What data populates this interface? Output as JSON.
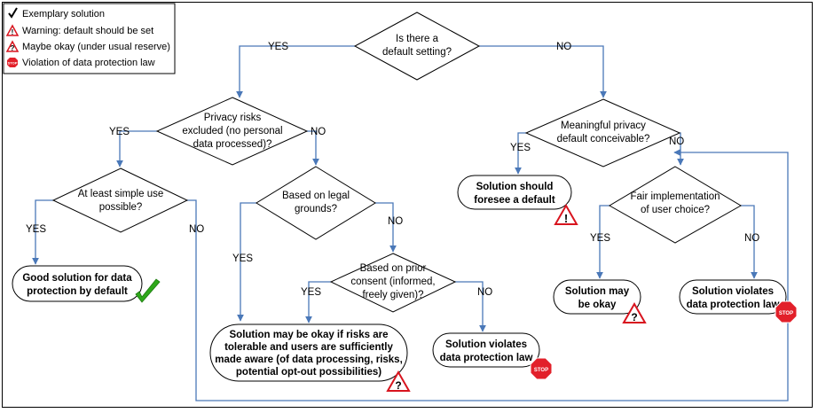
{
  "legend": {
    "check": "Exemplary solution",
    "warning": "Warning: default should be set",
    "maybe": "Maybe okay (under usual reserve)",
    "stop": "Violation of data protection law"
  },
  "nodes": {
    "q_default": [
      "Is there a",
      "default setting?"
    ],
    "q_privacy_risks": [
      "Privacy risks",
      "excluded (no personal",
      "data processed)?"
    ],
    "q_meaningful": [
      "Meaningful privacy",
      "default conceivable?"
    ],
    "q_simple_use": [
      "At least simple use",
      "possible?"
    ],
    "q_legal": [
      "Based on legal",
      "grounds?"
    ],
    "q_fair": [
      "Fair implementation",
      "of user choice?"
    ],
    "q_consent": [
      "Based on prior",
      "consent (informed,",
      "freely given)?"
    ],
    "t_good": [
      "Good solution for data",
      "protection by default"
    ],
    "t_foresee": [
      "Solution should",
      "foresee a default"
    ],
    "t_maybe_okay": [
      "Solution may",
      "be okay"
    ],
    "t_violates_right": [
      "Solution violates",
      "data protection law"
    ],
    "t_may_be_okay_long": [
      "Solution may be okay if risks are",
      "tolerable and users are sufficiently",
      "made aware (of data processing, risks,",
      "potential opt-out possibilities)"
    ],
    "t_violates_mid": [
      "Solution violates",
      "data protection law"
    ]
  },
  "branch_labels": {
    "yes": "YES",
    "no": "NO"
  },
  "icons": {
    "check": "green-checkmark-icon",
    "warning": "red-exclamation-triangle-icon",
    "maybe": "red-question-triangle-icon",
    "stop": "stop-sign-icon",
    "stop_text": "STOP"
  },
  "colors": {
    "arrow": "#4a78b8",
    "stop_red": "#e2202a",
    "warn_red": "#d8141e",
    "check_green": "#2ea81a"
  }
}
